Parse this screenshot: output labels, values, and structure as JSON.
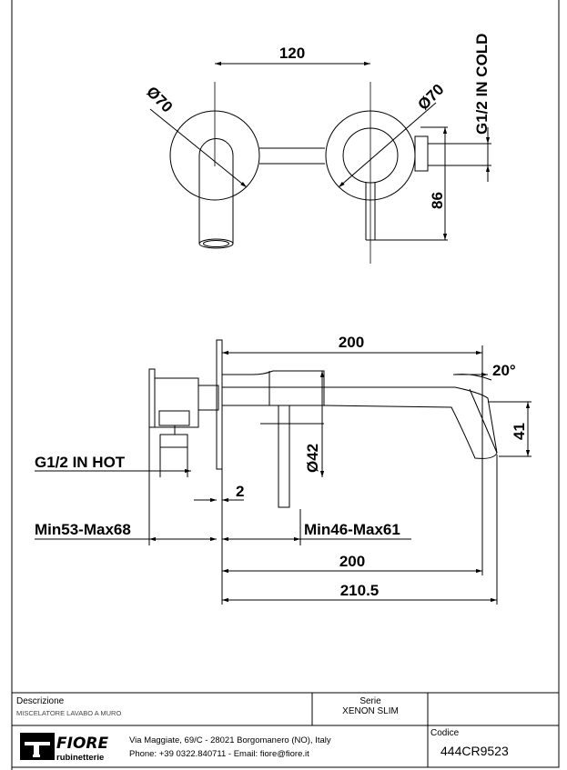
{
  "top_view": {
    "dim_spacing": "120",
    "dim_left_diameter": "Ø70",
    "dim_right_diameter": "Ø70",
    "dim_height": "86",
    "connection_label": "G1/2 IN COLD"
  },
  "side_view": {
    "dim_length": "200",
    "dim_angle": "20°",
    "dim_height": "41",
    "dim_lever_diameter": "Ø42",
    "connection_label": "G1/2 IN HOT",
    "dim_offset": "2",
    "dim_wall_range": "Min53-Max68",
    "dim_spout_range": "Min46-Max61",
    "dim_total_200": "200",
    "dim_total_210": "210.5"
  },
  "title_block": {
    "description_label": "Descrizione",
    "description_value": "MISCELATORE LAVABO A MURO",
    "series_label": "Serie",
    "series_value": "XENON SLIM",
    "code_label": "Codice",
    "code_value": "444CR9523",
    "address": "Via Maggiate, 69/C - 28021 Borgomanero (NO), Italy",
    "contacts": "Phone: +39 0322.840711 - Email: fiore@fiore.it",
    "logo_name": "FIORE",
    "logo_sub": "rubinetterie"
  }
}
